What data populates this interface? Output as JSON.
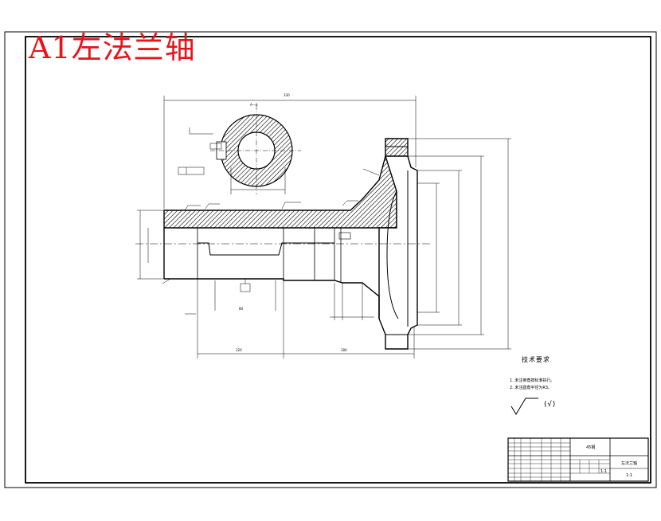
{
  "title": "A1左法兰轴",
  "technical_requirements": {
    "heading": "技术要求",
    "notes": [
      "1. 未注倒角按标准执行。",
      "2. 未注圆角半径为R3。"
    ],
    "roughness_note": "(√)"
  },
  "title_block": {
    "material": "45钢",
    "part_name": "左法兰轴",
    "scale": "1:1",
    "sheet": "1:1"
  },
  "dimensions": {
    "overall_length": "330",
    "section_label": "A—A",
    "len_1": "120",
    "len_2": "180",
    "len_3": "80"
  },
  "colors": {
    "title_red": "#e8141b",
    "line": "#000000"
  }
}
